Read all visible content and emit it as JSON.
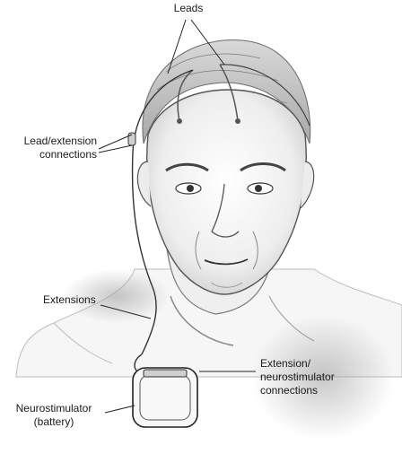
{
  "labels": {
    "leads": "Leads",
    "lead_extension_line1": "Lead/extension",
    "lead_extension_line2": "connections",
    "extensions": "Extensions",
    "neurostimulator_line1": "Neurostimulator",
    "neurostimulator_line2": "(battery)",
    "ext_neuro_line1": "Extension/",
    "ext_neuro_line2": "neurostimulator",
    "ext_neuro_line3": "connections"
  }
}
